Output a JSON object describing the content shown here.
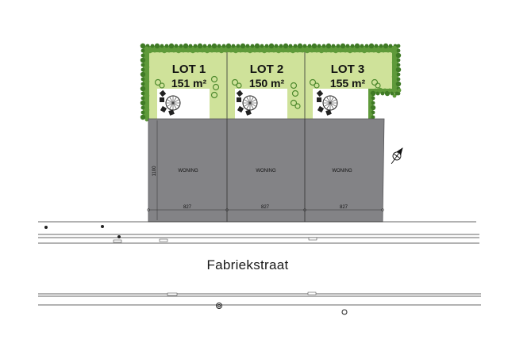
{
  "plan": {
    "street_name": "Fabriekstraat",
    "lots": [
      {
        "id": "lot-1",
        "name": "LOT 1",
        "area": "151 m²",
        "house_label": "WONING",
        "width_dim": "827"
      },
      {
        "id": "lot-2",
        "name": "LOT 2",
        "area": "150 m²",
        "house_label": "WONING",
        "width_dim": "827"
      },
      {
        "id": "lot-3",
        "name": "LOT 3",
        "area": "155 m²",
        "house_label": "WONING",
        "width_dim": "827"
      }
    ],
    "depth_dim": "1100"
  },
  "colors": {
    "garden": "#cfe29a",
    "hedge": "#5f9a3a",
    "hedge_dark": "#3f7a25",
    "house": "#838386",
    "house_outline": "#555558",
    "line": "#333333"
  },
  "icons": [
    "hedge-icon",
    "shrub-icon",
    "patio-table-icon",
    "north-arrow-icon",
    "manhole-icon"
  ]
}
